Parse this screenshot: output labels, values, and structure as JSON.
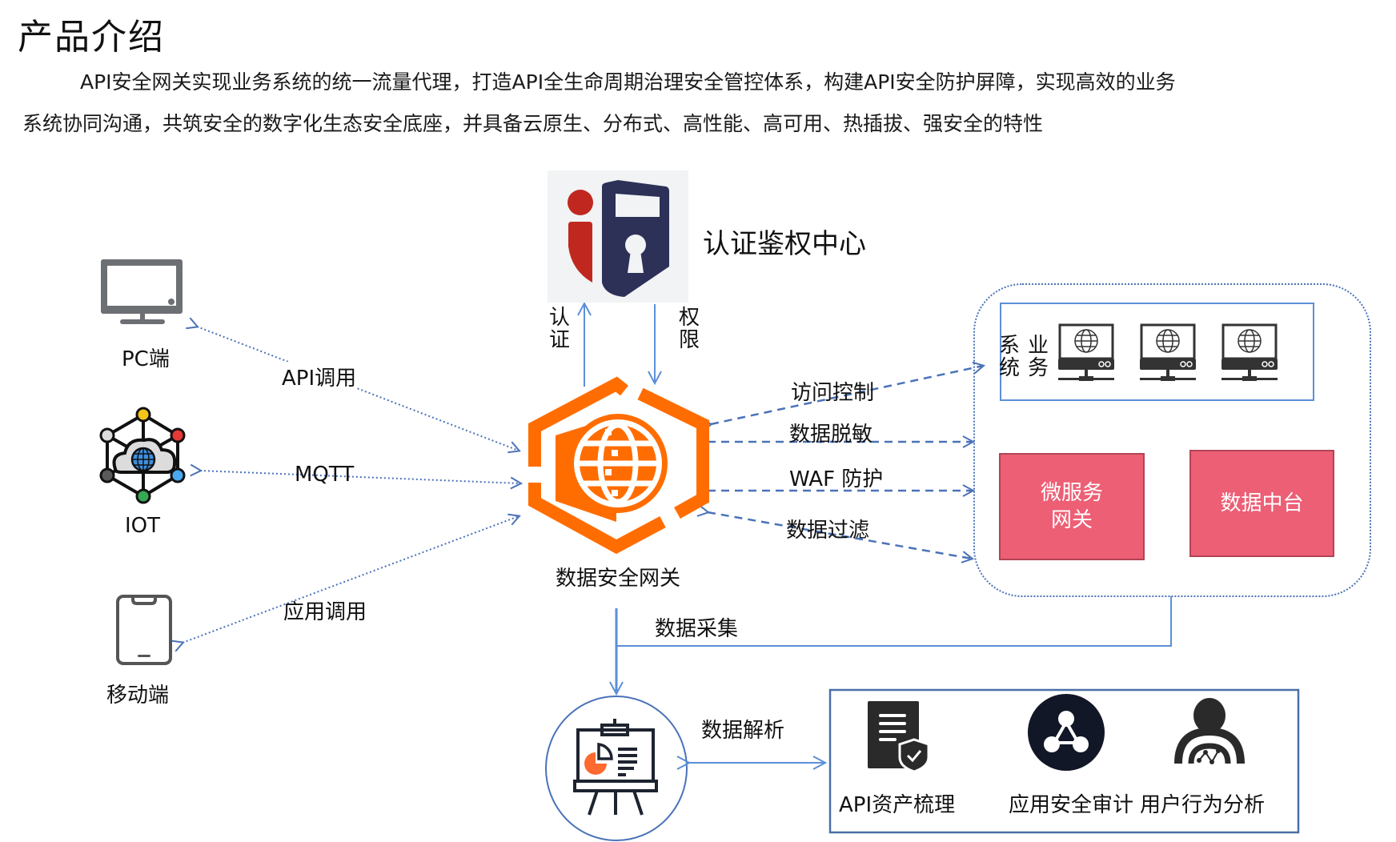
{
  "page": {
    "title": "产品介绍",
    "intro_line1": "API安全网关实现业务系统的统一流量代理，打造API全生命周期治理安全管控体系，构建API安全防护屏障，实现高效的业务",
    "intro_line2": "系统协同沟通，共筑安全的数字化生态安全底座，并具备云原生、分布式、高性能、高可用、热插拔、强安全的特性"
  },
  "auth_center": {
    "label": "认证鉴权中心",
    "up_label_1": "认",
    "up_label_2": "证",
    "down_label_1": "权",
    "down_label_2": "限",
    "icon": "keyhole-shield-icon"
  },
  "clients": [
    {
      "label": "PC端",
      "icon": "monitor-icon",
      "connection": "API调用"
    },
    {
      "label": "IOT",
      "icon": "iot-cloud-network-icon",
      "connection": "MQTT"
    },
    {
      "label": "移动端",
      "icon": "smartphone-icon",
      "connection": "应用调用"
    }
  ],
  "gateway": {
    "label": "数据安全网关",
    "icon": "hexagon-globe-icon"
  },
  "gateway_functions": [
    "访问控制",
    "数据脱敏",
    "WAF 防护",
    "数据过滤"
  ],
  "backend": {
    "business_systems": {
      "label_col1_line1": "系",
      "label_col1_line2": "统",
      "label_col2_line1": "业",
      "label_col2_line2": "务",
      "server_count": 3,
      "server_icon": "web-server-icon"
    },
    "microservice_gateway": {
      "line1": "微服务",
      "line2": "网关"
    },
    "data_platform": "数据中台"
  },
  "data_collection_label": "数据采集",
  "data_parsing_label": "数据解析",
  "analysis": {
    "icon": "presentation-board-icon"
  },
  "capabilities": [
    {
      "label": "API资产梳理",
      "icon": "document-shield-icon"
    },
    {
      "label": "应用安全审计",
      "icon": "network-nodes-icon"
    },
    {
      "label": "用户行为分析",
      "icon": "user-analytics-icon"
    }
  ],
  "colors": {
    "connector_blue": "#4a72b8",
    "line_blue": "#5b8fd8",
    "gateway_orange": "#ff6d00",
    "pink_box": "#ec5f75",
    "auth_red": "#c0281f",
    "auth_navy": "#2d3158",
    "icon_dark": "#1e2330"
  }
}
